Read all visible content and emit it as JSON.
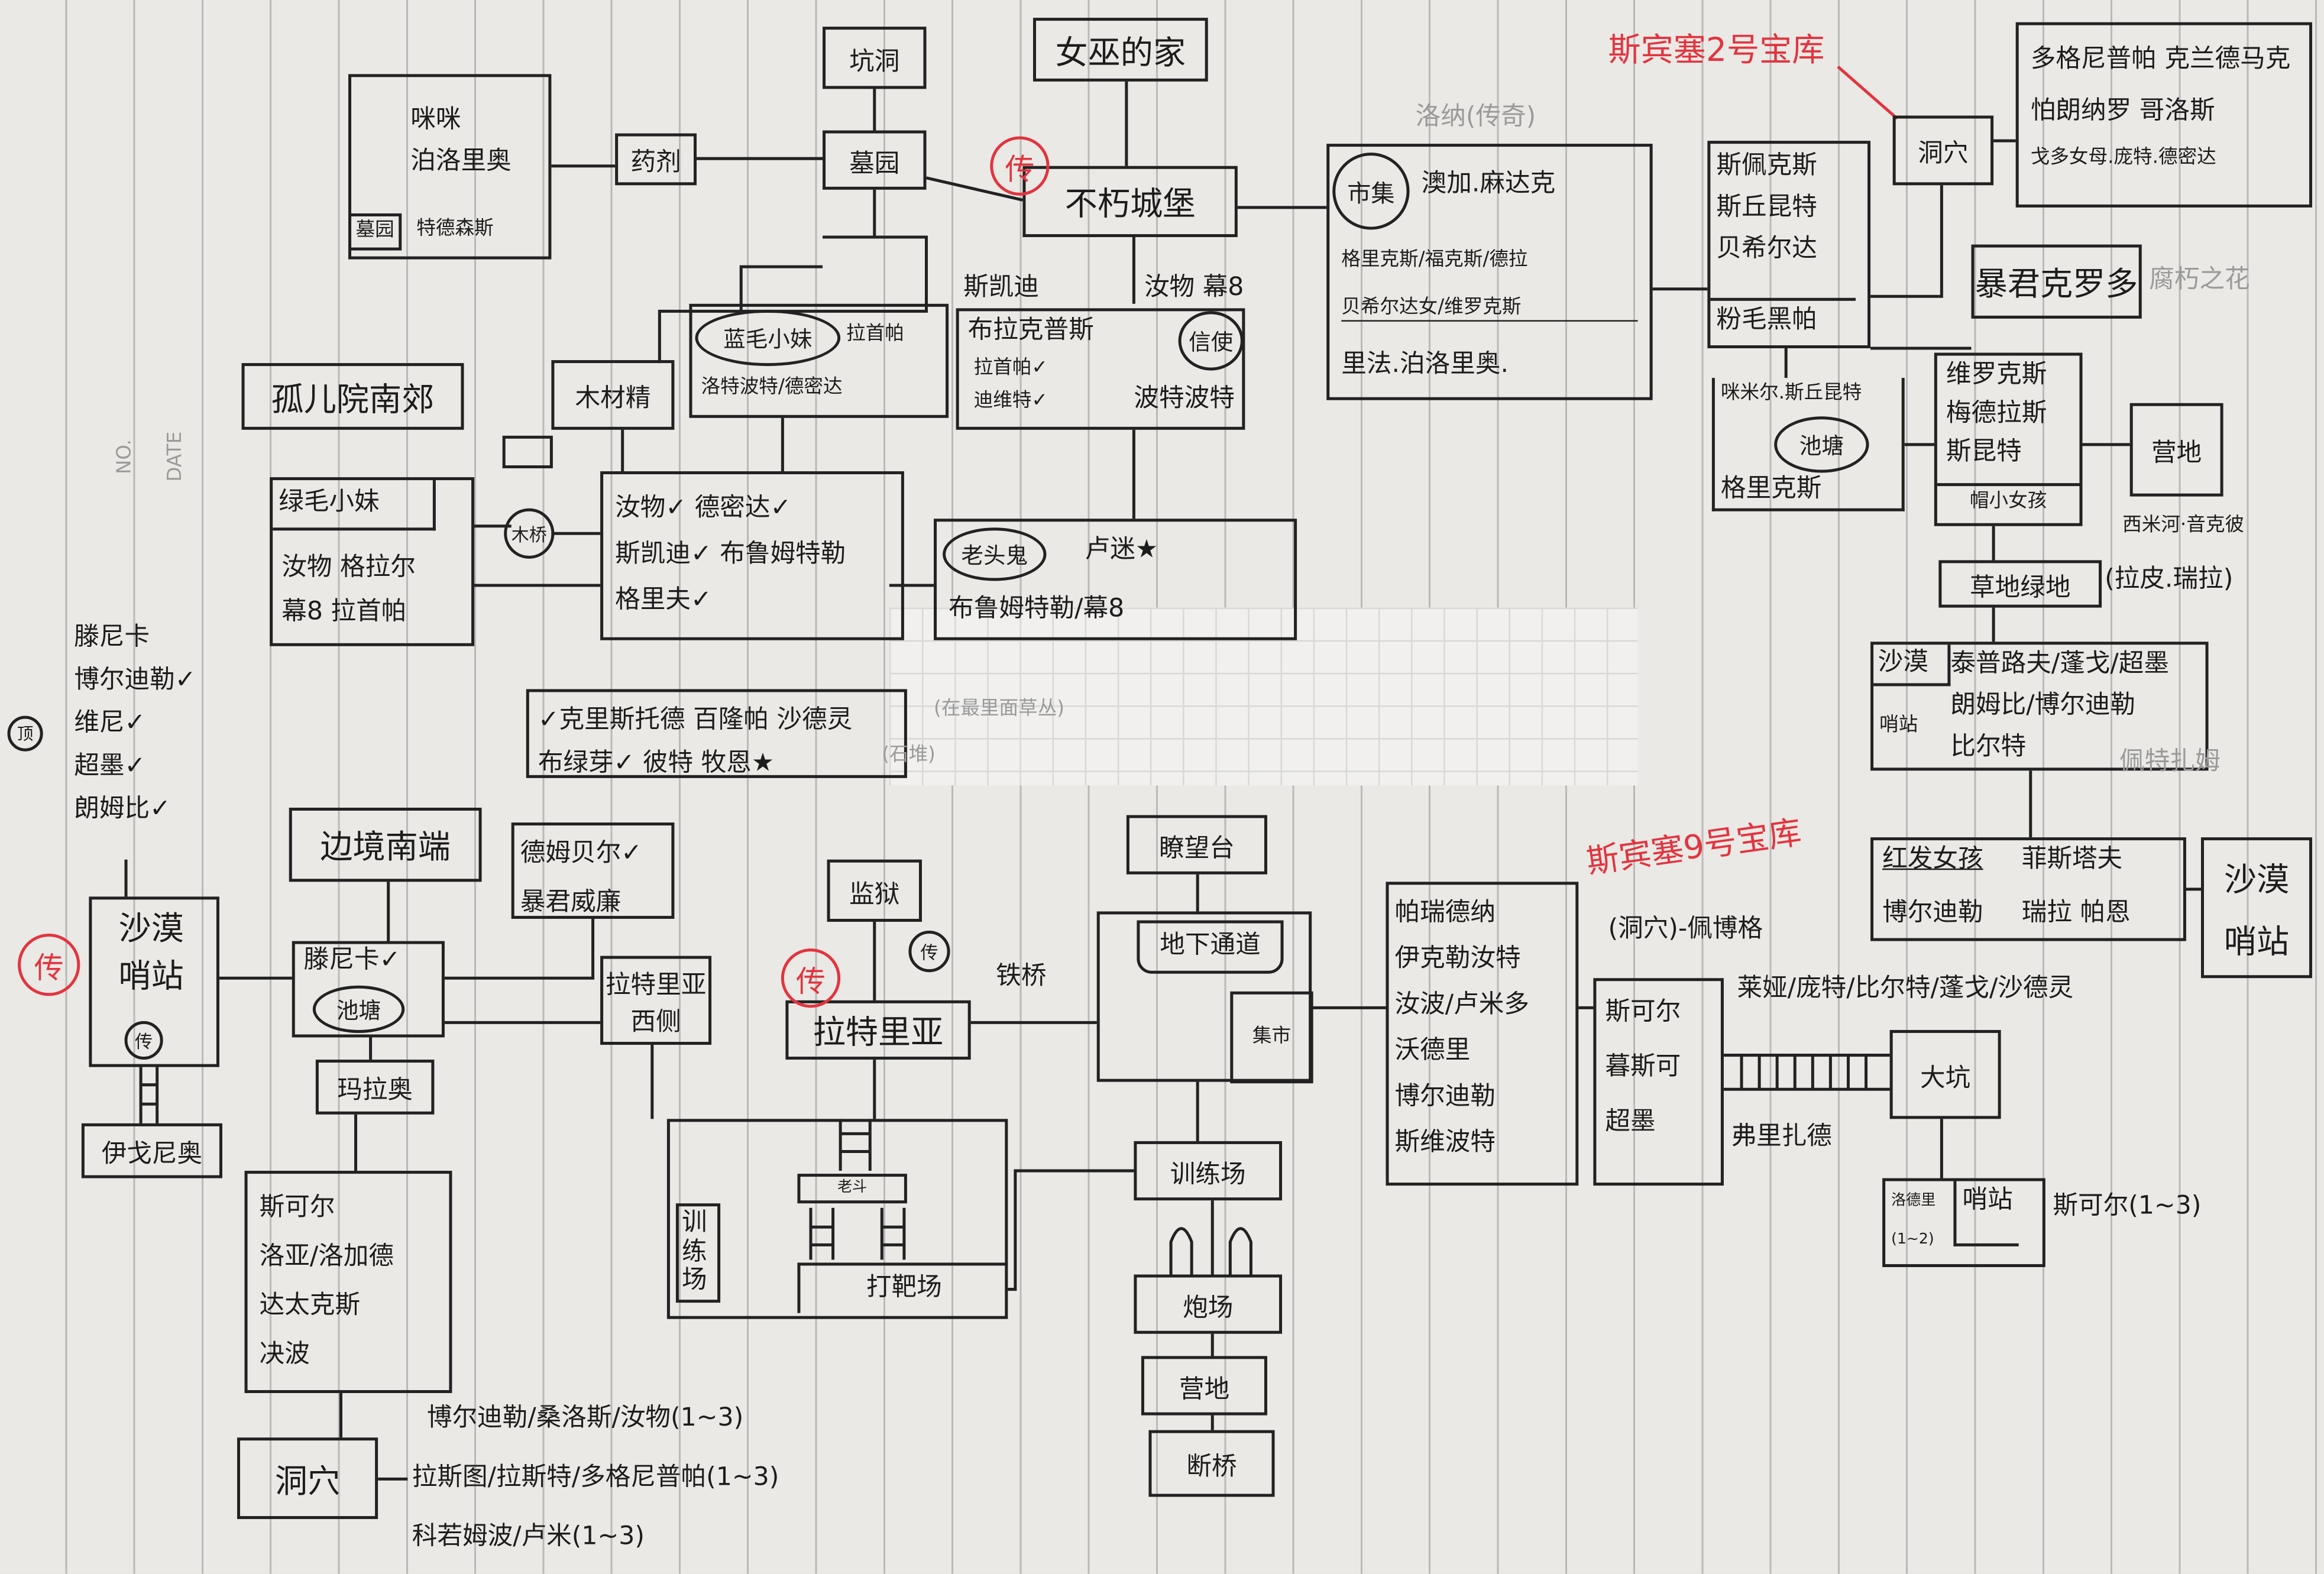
{
  "page_label": {
    "no": "NO.",
    "date": "DATE"
  },
  "nodes": {
    "mimi": [
      "咪咪",
      "泊洛里奥",
      "墓园",
      "特德森斯"
    ],
    "potion": "药剂",
    "pit": "坑洞",
    "cemetery": "墓园",
    "witch_house": "女巫的家",
    "castle": "不朽城堡",
    "castle_stamp": "传",
    "orphanage": "孤儿院南郊",
    "lumber": "木材精",
    "bluehair": {
      "oval": "蓝毛小妹",
      "lines": [
        "拉首帕",
        "洛特波特/德密达"
      ]
    },
    "skadi": {
      "top_left": "斯凯迪",
      "top_right": "汝物 幕8",
      "lines": [
        "布拉克普斯",
        "拉首帕✓",
        "迪维特✓"
      ],
      "oval": "信使",
      "right": "波特波特"
    },
    "greenhair": {
      "title": "绿毛小妹",
      "lines": [
        "汝物 格拉尔",
        "幕8 拉首帕"
      ]
    },
    "bridge_circle": "木桥",
    "center_list": [
      "汝物✓ 德密达✓",
      "斯凯迪✓ 布鲁姆特勒",
      "格里夫✓"
    ],
    "oldghost": {
      "oval": "老头鬼",
      "star": "卢迷★",
      "line": "布鲁姆特勒/幕8"
    },
    "left_list": [
      "滕尼卡",
      "博尔迪勒✓",
      "维尼✓",
      "超墨✓",
      "朗姆比✓"
    ],
    "left_circle": "顶",
    "grass_box": [
      "✓克里斯托德 百隆帕 沙德灵",
      "布绿芽✓ 彼特 牧恩★"
    ],
    "grass_note": "(在最里面草丛)",
    "stone_note": "(石堆)",
    "border_south": "边境南端",
    "demb": [
      "德姆贝尔✓",
      "暴君威廉"
    ],
    "desert_outpost_left": {
      "lines": [
        "沙漠",
        "哨站"
      ],
      "stamp": "传",
      "circle": "传"
    },
    "igoni": "伊戈尼奥",
    "pond_box": {
      "line": "滕尼卡✓",
      "oval": "池塘"
    },
    "mara": "玛拉奥",
    "ratria_west": [
      "拉特里亚",
      "西侧"
    ],
    "prison": "监狱",
    "ratria": {
      "label": "拉特里亚",
      "stamp": "传",
      "circle": "传"
    },
    "iron_bridge": "铁桥",
    "compound": {
      "training": "训练场",
      "arena": "老斗",
      "range": "打靶场"
    },
    "watchtower": "瞭望台",
    "tunnel": "地下通道",
    "market_small": "集市",
    "training2": "训练场",
    "cannon": "炮场",
    "camp_bottom": "营地",
    "broken_bridge": "断桥",
    "mid_list": [
      "帕瑞德纳",
      "伊克勒汝特",
      "汝波/卢米多",
      "沃德里",
      "博尔迪勒",
      "斯维波特"
    ],
    "vault9": "斯宾塞9号宝库",
    "cave_pebog": "(洞穴)-佩博格",
    "skol_box": [
      "斯可尔",
      "暮斯可",
      "超墨"
    ],
    "frizad": "弗里扎德",
    "laya_line": "莱娅/庞特/比尔特/蓬戈/沙德灵",
    "big_pit": "大坑",
    "outpost_small": {
      "left": "洛德里",
      "left_count": "(1~2)",
      "right": "哨站"
    },
    "skol_count": "斯可尔(1~3)",
    "desert_box": {
      "left_top": "沙漠",
      "left_bottom": "哨站",
      "lines": [
        "泰普路夫/蓬戈/超墨",
        "朗姆比/博尔迪勒",
        "比尔特"
      ],
      "gray": "佩特扎姆"
    },
    "redhair": {
      "a": "红发女孩",
      "b": "菲斯塔夫",
      "c": "博尔迪勒",
      "d": "瑞拉 帕恩"
    },
    "desert_outpost_right": [
      "沙漠",
      "哨站"
    ],
    "vault2": "斯宾塞2号宝库",
    "cave_top": "洞穴",
    "top_right_box": [
      "多格尼普帕 克兰德马克",
      "怕朗纳罗 哥洛斯",
      "戈多女母.庞特.德密达"
    ],
    "spex": {
      "lines": [
        "斯佩克斯",
        "斯丘昆特",
        "贝希尔达"
      ],
      "bottom": "粉毛黑帕"
    },
    "tyrant": "暴君克罗多",
    "rot_flower": "腐朽之花",
    "mimir": {
      "top": "咪米尔.斯丘昆特",
      "oval": "池塘",
      "bottom": "格里克斯"
    },
    "viro": {
      "lines": [
        "维罗克斯",
        "梅德拉斯",
        "斯昆特"
      ],
      "bottom": "帽小女孩"
    },
    "camp_right": "营地",
    "simi": "西米河·音克彼",
    "grassland": "草地绿地",
    "lapi": "(拉皮.瑞拉)",
    "market_big": {
      "oval": "市集",
      "lines": [
        "澳加.麻达克",
        "格里克斯/福克斯/德拉",
        "贝希尔达女/维罗克斯",
        "里法.泊洛里奥."
      ]
    },
    "legend_gray": "洛纳(传奇)",
    "skol_bottom": [
      "斯可尔",
      "洛亚/洛加德",
      "达太克斯",
      "决波"
    ],
    "cave_bottom": "洞穴",
    "bottom_lines": [
      "博尔迪勒/桑洛斯/汝物(1~3)",
      "拉斯图/拉斯特/多格尼普帕(1~3)",
      "科若姆波/卢米(1~3)"
    ]
  }
}
